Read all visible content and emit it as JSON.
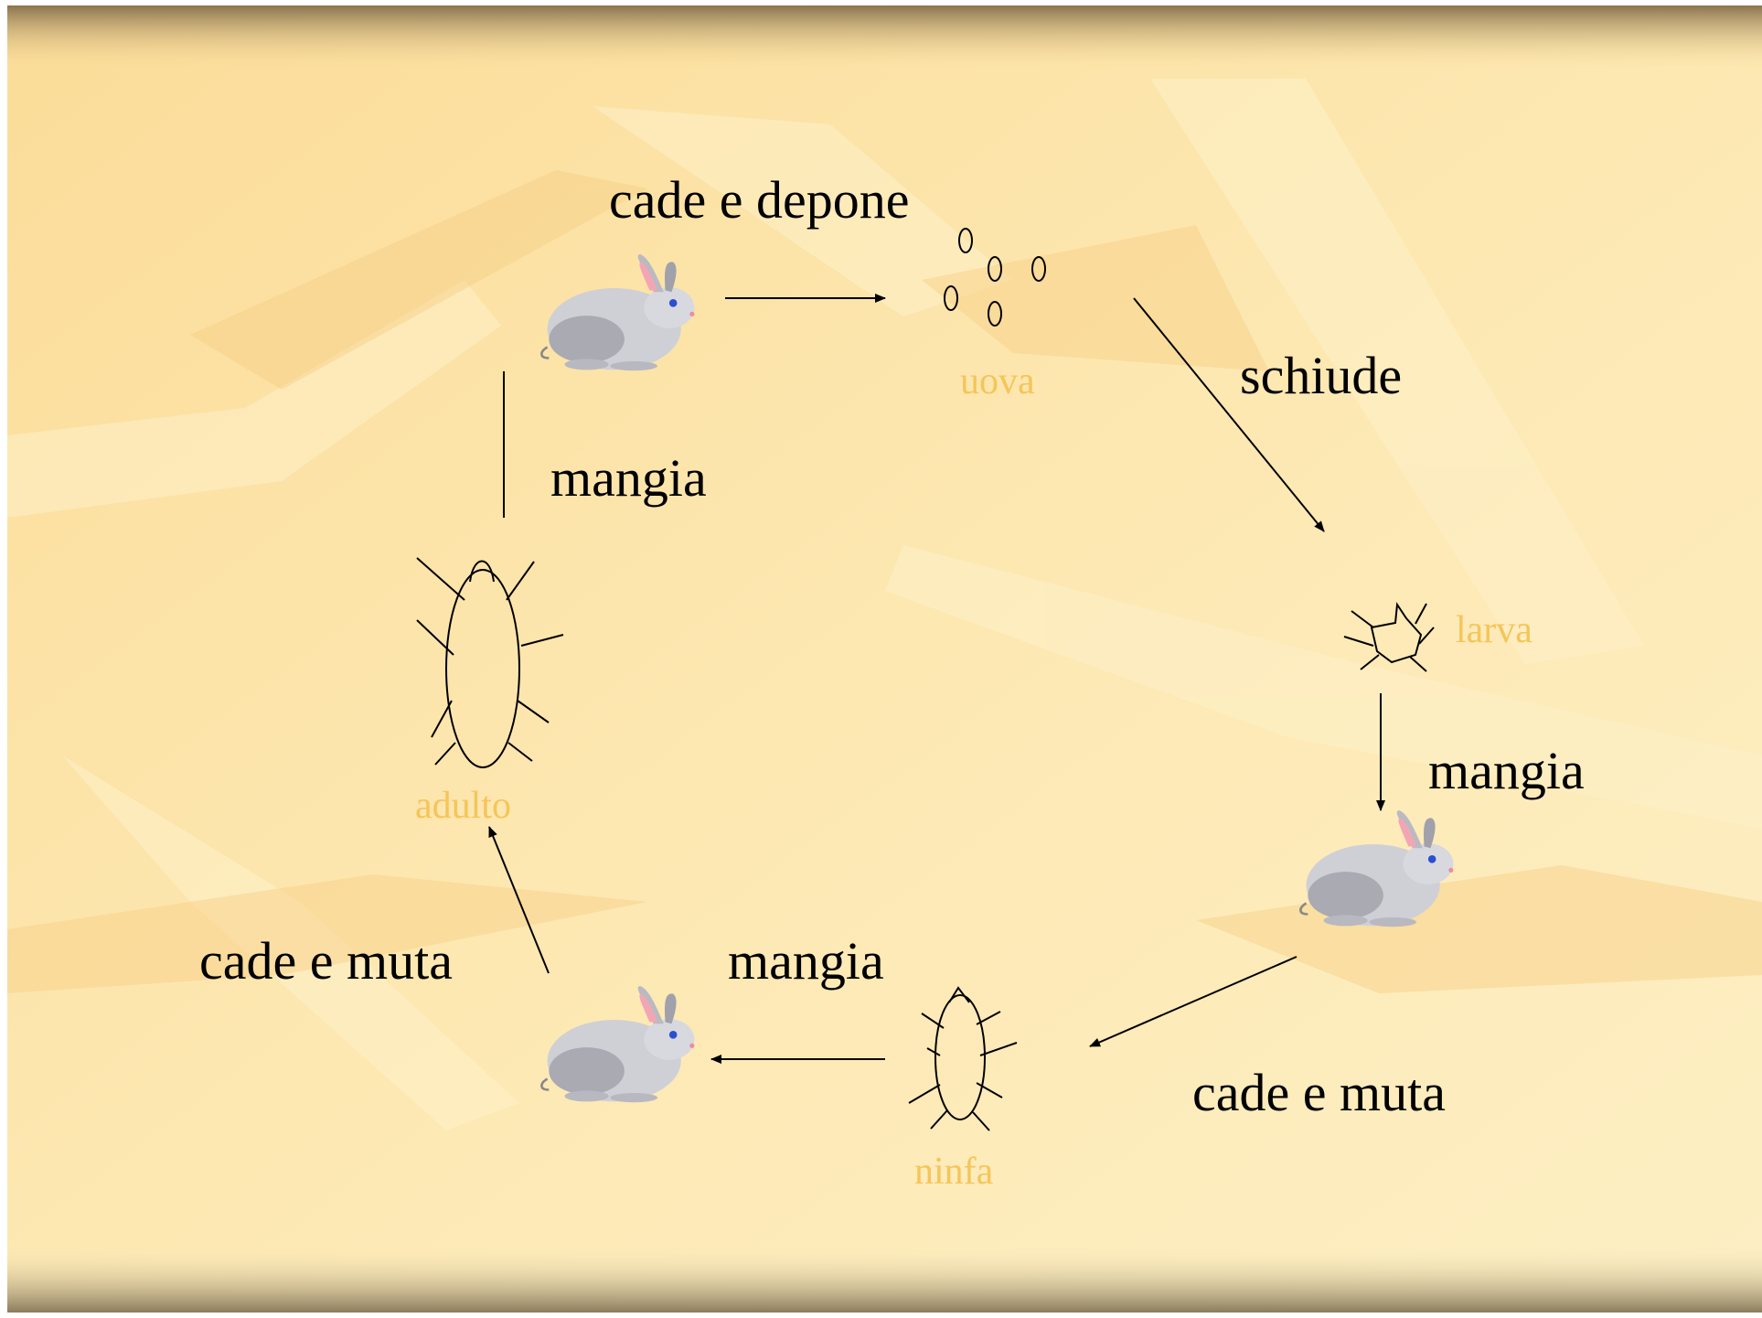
{
  "colors": {
    "background": "#fbe6a8",
    "stage_label": "#f5c55a",
    "text": "#000000",
    "arrow": "#000000"
  },
  "labels": {
    "cade_depone": "cade e depone",
    "schiude": "schiude",
    "mangia_1": "mangia",
    "mangia_2": "mangia",
    "mangia_3": "mangia",
    "cade_muta_1": "cade e muta",
    "cade_muta_2": "cade e muta"
  },
  "stages": {
    "uova": "uova",
    "larva": "larva",
    "ninfa": "ninfa",
    "adulto": "adulto"
  },
  "icons": {
    "host": "rabbit-icon",
    "eggs": "eggs-icon",
    "larva": "larva-tick-icon",
    "nymph": "nymph-tick-icon",
    "adult": "adult-tick-icon"
  }
}
